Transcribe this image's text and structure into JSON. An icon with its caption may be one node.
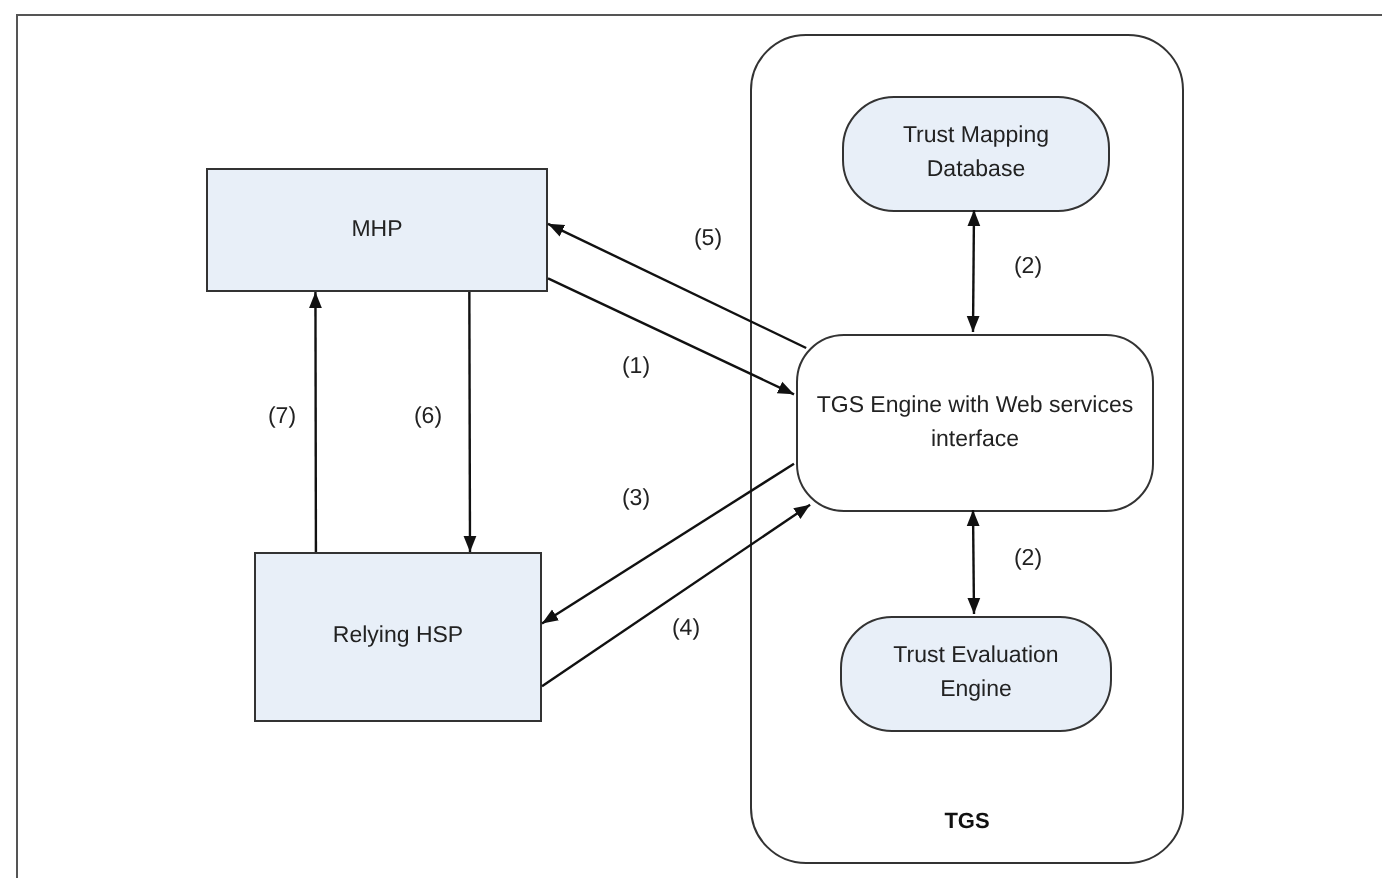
{
  "diagram": {
    "nodes": [
      {
        "text": [
          "TGS"
        ]
      },
      {
        "text": [
          "MHP"
        ]
      },
      {
        "text": [
          "Trust Mapping Database"
        ],
        "in": 0
      },
      {
        "text": [
          "TGS Engine with Web services interface"
        ],
        "in": 0
      },
      {
        "text": [
          "Relying HSP"
        ]
      },
      {
        "text": [
          "Trust Evaluation Engine"
        ],
        "in": 0
      }
    ],
    "edges": [
      {
        "from": 1,
        "to": 3,
        "arrow": "to",
        "label": "(1)"
      },
      {
        "from": 3,
        "to": 1,
        "arrow": "to",
        "label": "(5)"
      },
      {
        "from": 3,
        "to": 4,
        "arrow": "to",
        "label": "(3)"
      },
      {
        "from": 4,
        "to": 3,
        "arrow": "to",
        "label": "(4)"
      },
      {
        "from": 2,
        "to": 3,
        "arrow": "both",
        "label": "(2)"
      },
      {
        "from": 3,
        "to": 5,
        "arrow": "both",
        "label": "(2)"
      },
      {
        "from": 1,
        "to": 4,
        "arrow": "to",
        "label": "(6)"
      },
      {
        "from": 4,
        "to": 1,
        "arrow": "to",
        "label": "(7)"
      }
    ]
  }
}
